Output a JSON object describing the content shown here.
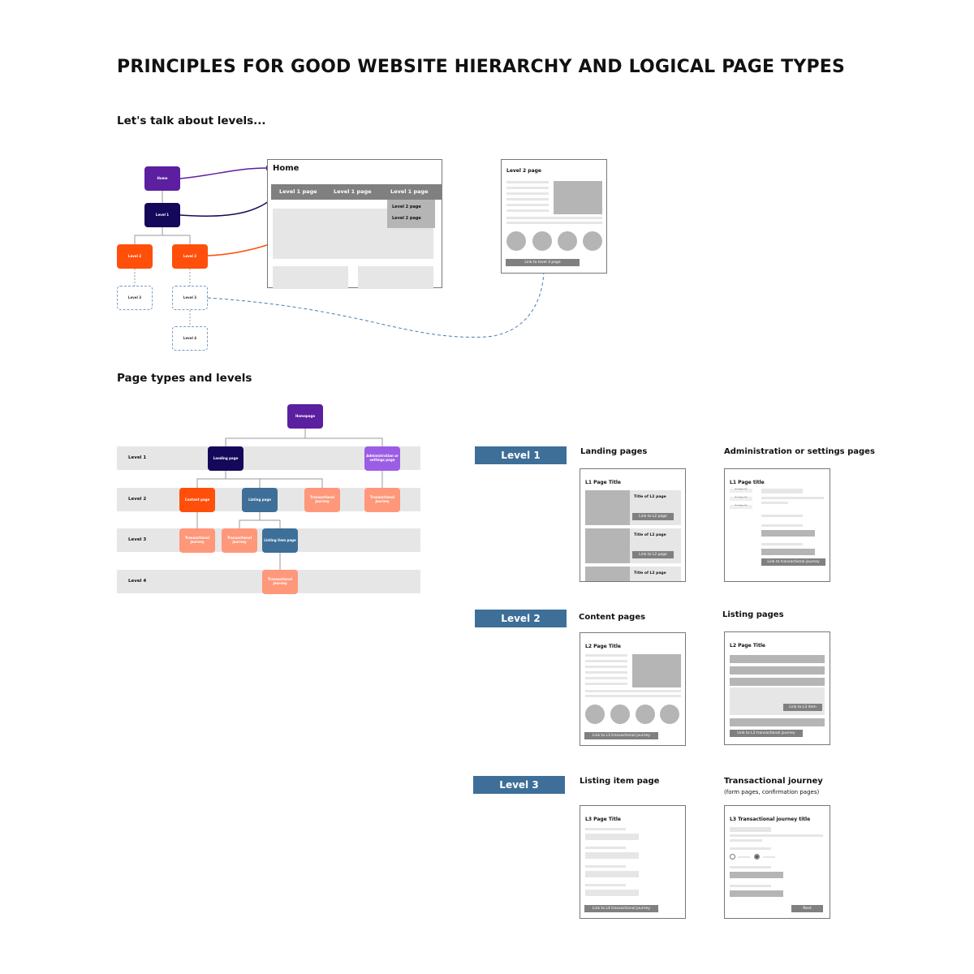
{
  "title": "PRINCIPLES FOR GOOD WEBSITE HIERARCHY AND LOGICAL PAGE TYPES",
  "section1": {
    "heading": "Let's talk about levels...",
    "nodes": {
      "home": "Home",
      "level1": "Level 1",
      "level2a": "Level 2",
      "level2b": "Level 2",
      "level3a": "Level 3",
      "level3b": "Level 3",
      "level4": "Level 4"
    },
    "home_wireframe": {
      "title": "Home",
      "nav": [
        "Level 1 page",
        "Level 1 page",
        "Level 1 page"
      ],
      "dropdown": [
        "Level 2 page",
        "Level 2 page"
      ]
    },
    "level2_wireframe": {
      "title": "Level 2 page",
      "link": "Link to level 3 page"
    }
  },
  "section2": {
    "heading": "Page types and levels",
    "bands": [
      "Level 1",
      "Level 2",
      "Level 3",
      "Level 4"
    ],
    "nodes": {
      "homepage": "Homepage",
      "landing": "Landing page",
      "admin": "Administration or settings page",
      "content": "Content page",
      "listing": "Listing page",
      "trans_l2a": "Transactional journey",
      "trans_l2b": "Transactional journey",
      "trans_l3a": "Transactional journey",
      "trans_l3b": "Transactional journey",
      "listing_item": "Listing item page",
      "trans_l4": "Transactional journey"
    }
  },
  "levels": [
    {
      "badge": "Level 1",
      "left": {
        "heading": "Landing pages",
        "title": "L1 Page Title",
        "cards": [
          "Title of L2 page",
          "Title of L2 page",
          "Title of L2 page"
        ],
        "links": [
          "Link to L2 page",
          "Link to L2 page"
        ]
      },
      "right": {
        "heading": "Administration or settings pages",
        "title": "L1 Page title",
        "cats": [
          "A category link",
          "A category link",
          "A category link"
        ],
        "link": "Link to transactional journey"
      }
    },
    {
      "badge": "Level 2",
      "left": {
        "heading": "Content pages",
        "title": "L2 Page Title",
        "link": "Link to L3 transactional journey"
      },
      "right": {
        "heading": "Listing pages",
        "title": "L2 Page Title",
        "item_link": "Link to L3 item",
        "link": "Link to L3 transactional journey"
      }
    },
    {
      "badge": "Level 3",
      "left": {
        "heading": "Listing item page",
        "title": "L3 Page Title",
        "link": "Link to L4 transactional journey"
      },
      "right": {
        "heading": "Transactional journey",
        "subheading": "(form pages, confirmation pages)",
        "title": "L3 Transactional journey title",
        "button": "Next"
      }
    }
  ],
  "colors": {
    "purple": "#5b1fa0",
    "navy": "#14085a",
    "orange": "#ff4f0a",
    "salmon": "#ff977a",
    "blue": "#3d6f99",
    "lilac": "#9b5de5"
  }
}
